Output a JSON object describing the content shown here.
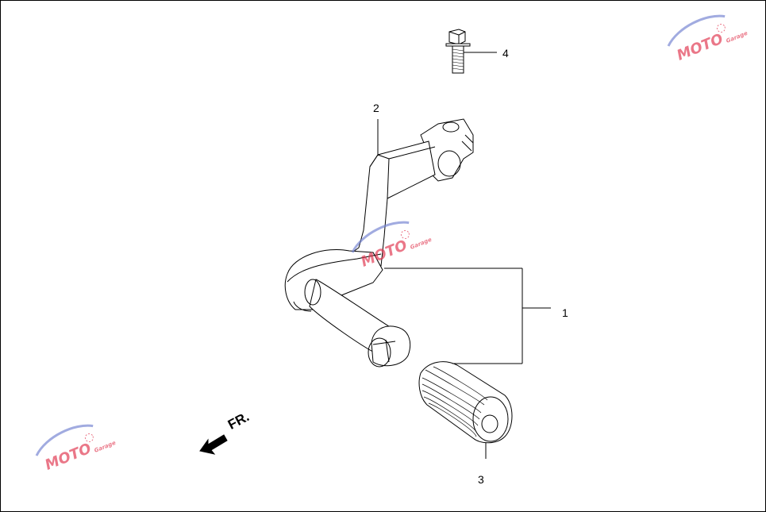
{
  "callouts": {
    "c1": "1",
    "c2": "2",
    "c3": "3",
    "c4": "4"
  },
  "direction": {
    "label": "FR."
  },
  "watermark": {
    "text": "MOTO",
    "subtext": "Garage"
  },
  "colors": {
    "line": "#000000",
    "watermark_red": "#e0304a",
    "watermark_blue": "#6f7fd0"
  }
}
